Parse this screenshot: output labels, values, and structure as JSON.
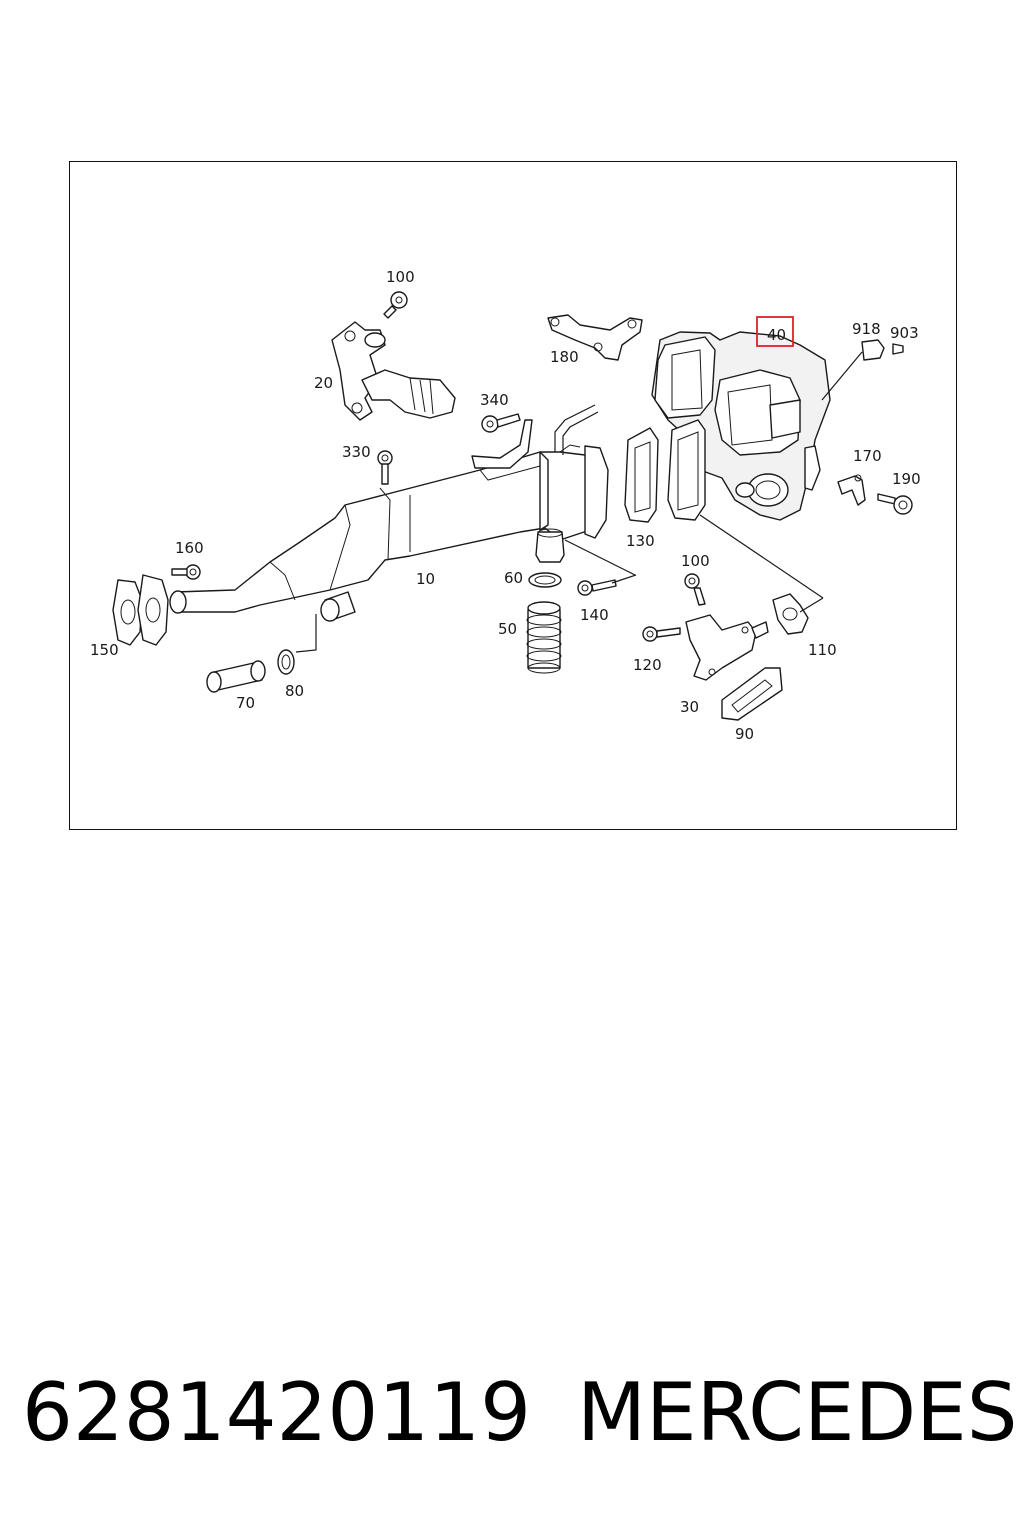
{
  "part_number": "6281420119",
  "brand": "MERCEDES",
  "highlight": {
    "label": "40",
    "color": "#e0202a"
  },
  "callouts": [
    "100",
    "20",
    "180",
    "918",
    "903",
    "340",
    "330",
    "170",
    "190",
    "130",
    "10",
    "160",
    "60",
    "140",
    "100",
    "50",
    "110",
    "150",
    "120",
    "80",
    "70",
    "30",
    "90"
  ]
}
